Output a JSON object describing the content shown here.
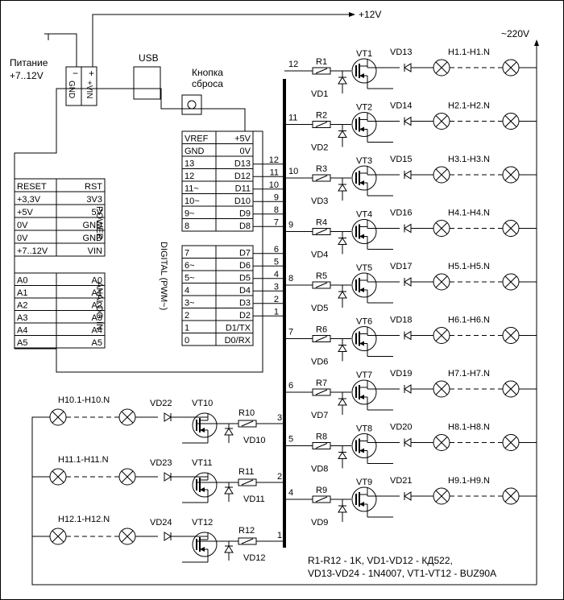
{
  "labels": {
    "plus12v": "+12V",
    "ac220": "~220V",
    "power_line1": "Питание",
    "power_line2": "+7..12V",
    "usb": "USB",
    "reset_line1": "Кнопка",
    "reset_line2": "сброса",
    "jack_minus": "−",
    "jack_plus": "+",
    "jack_gnd": "GND",
    "jack_vin": "+VIN",
    "power_header": "POWER",
    "analog_header": "ANALOG IN",
    "digital_header": "DIGITAL (PWM~)",
    "note_line1": "R1-R12 - 1K,  VD1-VD12 - КД522,",
    "note_line2": "VD13-VD24 - 1N4007, VT1-VT12 - BUZ90A"
  },
  "power_pins": [
    {
      "left": "RESET",
      "right": "RST"
    },
    {
      "left": "+3,3V",
      "right": "3V3"
    },
    {
      "left": "+5V",
      "right": "5V"
    },
    {
      "left": "0V",
      "right": "GND"
    },
    {
      "left": "0V",
      "right": "GND"
    },
    {
      "left": "+7..12V",
      "right": "VIN"
    }
  ],
  "analog_pins": [
    {
      "left": "A0",
      "right": "A0"
    },
    {
      "left": "A1",
      "right": "A1"
    },
    {
      "left": "A2",
      "right": "A2"
    },
    {
      "left": "A3",
      "right": "A3"
    },
    {
      "left": "A4",
      "right": "A4"
    },
    {
      "left": "A5",
      "right": "A5"
    }
  ],
  "digital_top": [
    {
      "left": "VREF",
      "right": "+5V",
      "bus": ""
    },
    {
      "left": "GND",
      "right": "0V",
      "bus": ""
    },
    {
      "left": "13",
      "right": "D13",
      "bus": "12"
    },
    {
      "left": "12",
      "right": "D12",
      "bus": "11"
    },
    {
      "left": "11~",
      "right": "D11",
      "bus": "10"
    },
    {
      "left": "10~",
      "right": "D10",
      "bus": "9"
    },
    {
      "left": "9~",
      "right": "D9",
      "bus": "8"
    },
    {
      "left": "8",
      "right": "D8",
      "bus": "7"
    }
  ],
  "digital_bottom": [
    {
      "left": "7",
      "right": "D7",
      "bus": "6"
    },
    {
      "left": "6~",
      "right": "D6",
      "bus": "5"
    },
    {
      "left": "5~",
      "right": "D5",
      "bus": "4"
    },
    {
      "left": "4",
      "right": "D4",
      "bus": "3"
    },
    {
      "left": "3~",
      "right": "D3",
      "bus": "2"
    },
    {
      "left": "2",
      "right": "D2",
      "bus": "1"
    },
    {
      "left": "1",
      "right": "D1/TX",
      "bus": ""
    },
    {
      "left": "0",
      "right": "D0/RX",
      "bus": ""
    }
  ],
  "right_channels": [
    {
      "bus": "12",
      "r": "R1",
      "vd": "VD1",
      "vt": "VT1",
      "vdl": "VD13",
      "lamp": "H1.1-H1.N"
    },
    {
      "bus": "11",
      "r": "R2",
      "vd": "VD2",
      "vt": "VT2",
      "vdl": "VD14",
      "lamp": "H2.1-H2.N"
    },
    {
      "bus": "10",
      "r": "R3",
      "vd": "VD3",
      "vt": "VT3",
      "vdl": "VD15",
      "lamp": "H3.1-H3.N"
    },
    {
      "bus": "9",
      "r": "R4",
      "vd": "VD4",
      "vt": "VT4",
      "vdl": "VD16",
      "lamp": "H4.1-H4.N"
    },
    {
      "bus": "8",
      "r": "R5",
      "vd": "VD5",
      "vt": "VT5",
      "vdl": "VD17",
      "lamp": "H5.1-H5.N"
    },
    {
      "bus": "7",
      "r": "R6",
      "vd": "VD6",
      "vt": "VT6",
      "vdl": "VD18",
      "lamp": "H6.1-H6.N"
    },
    {
      "bus": "6",
      "r": "R7",
      "vd": "VD7",
      "vt": "VT7",
      "vdl": "VD19",
      "lamp": "H7.1-H7.N"
    },
    {
      "bus": "5",
      "r": "R8",
      "vd": "VD8",
      "vt": "VT8",
      "vdl": "VD20",
      "lamp": "H8.1-H8.N"
    },
    {
      "bus": "4",
      "r": "R9",
      "vd": "VD9",
      "vt": "VT9",
      "vdl": "VD21",
      "lamp": "H9.1-H9.N"
    }
  ],
  "left_channels": [
    {
      "bus": "3",
      "r": "R10",
      "vd": "VD10",
      "vt": "VT10",
      "vdl": "VD22",
      "lamp": "H10.1-H10.N"
    },
    {
      "bus": "2",
      "r": "R11",
      "vd": "VD11",
      "vt": "VT11",
      "vdl": "VD23",
      "lamp": "H11.1-H11.N"
    },
    {
      "bus": "1",
      "r": "R12",
      "vd": "VD12",
      "vt": "VT12",
      "vdl": "VD24",
      "lamp": "H12.1-H12.N"
    }
  ]
}
